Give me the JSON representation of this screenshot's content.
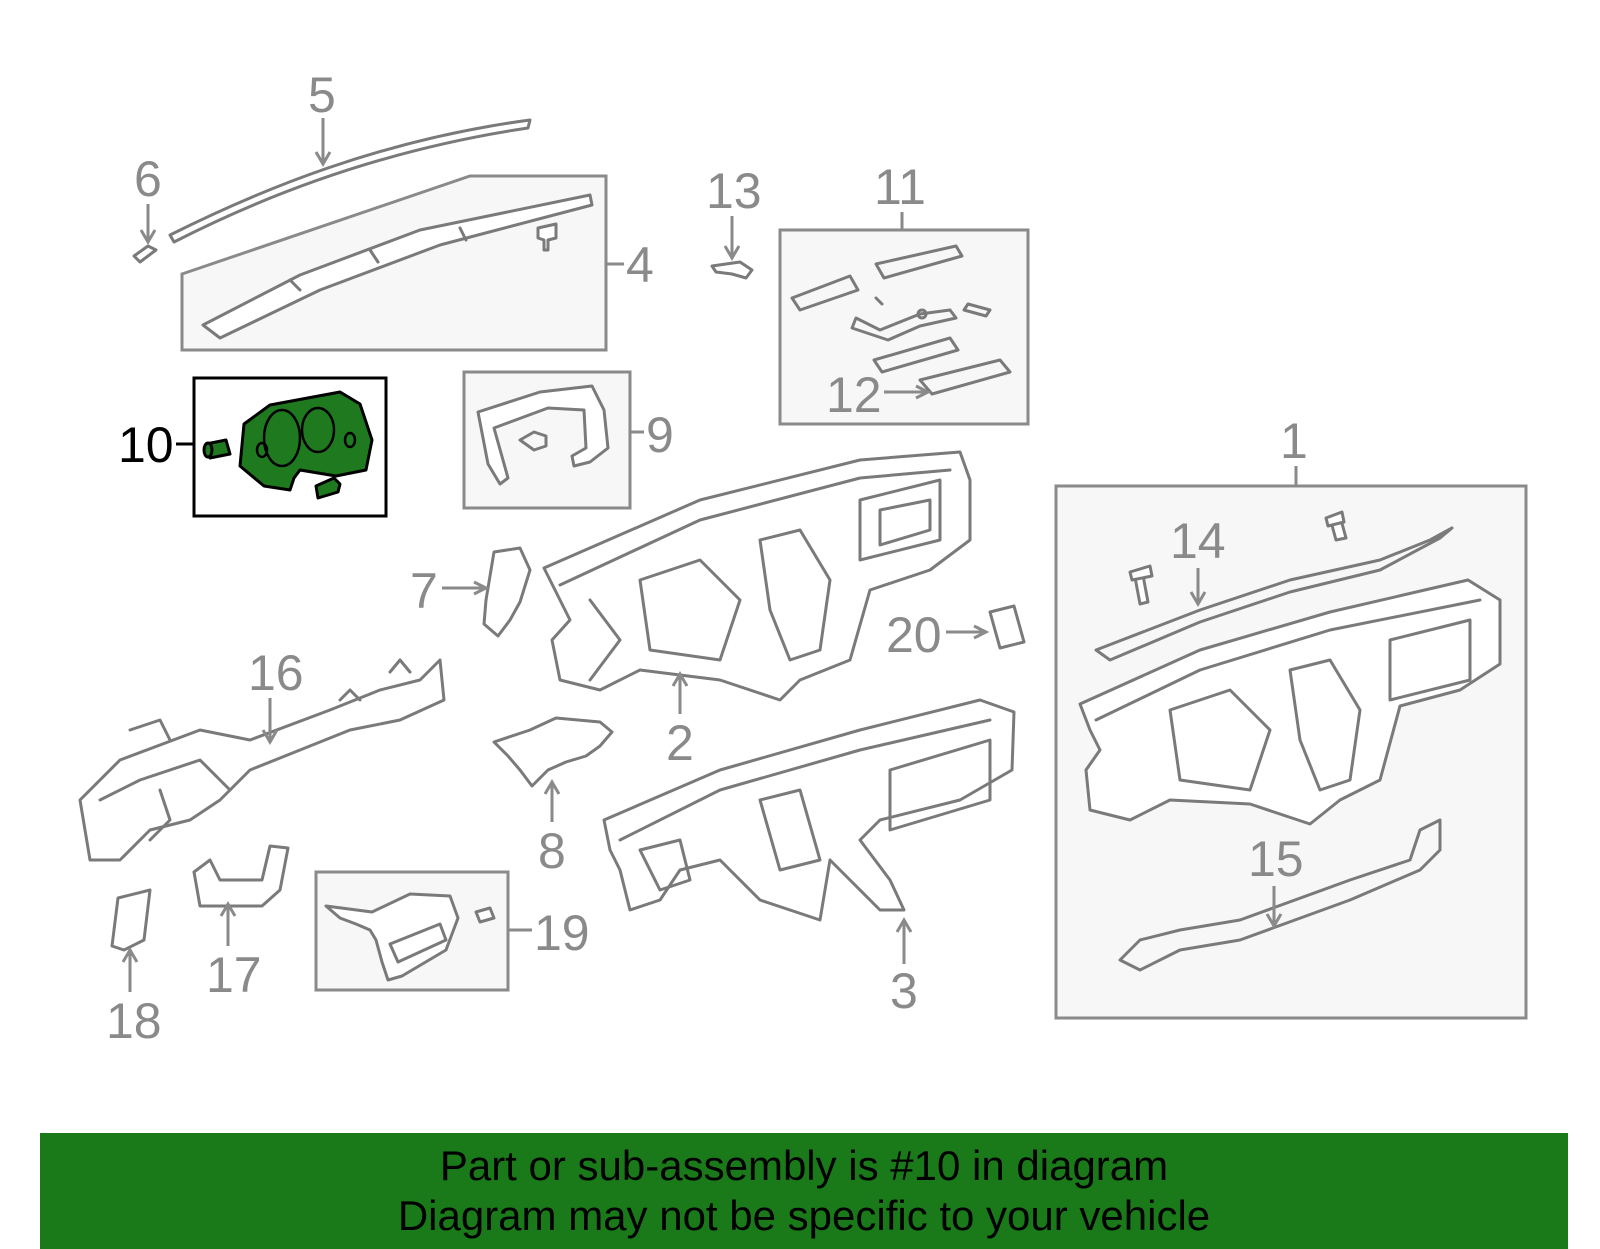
{
  "callouts": {
    "c1": "1",
    "c2": "2",
    "c3": "3",
    "c4": "4",
    "c5": "5",
    "c6": "6",
    "c7": "7",
    "c8": "8",
    "c9": "9",
    "c10": "10",
    "c11": "11",
    "c12": "12",
    "c13": "13",
    "c14": "14",
    "c15": "15",
    "c16": "16",
    "c17": "17",
    "c18": "18",
    "c19": "19",
    "c20": "20"
  },
  "highlighted_part": "10",
  "colors": {
    "highlight_fill": "#1f7a1f",
    "banner_bg": "#1a7a1a",
    "line_gray": "#7a7a7a"
  },
  "banner": {
    "line1": "Part or sub-assembly is #10 in diagram",
    "line2": "Diagram may not be specific to your vehicle"
  }
}
